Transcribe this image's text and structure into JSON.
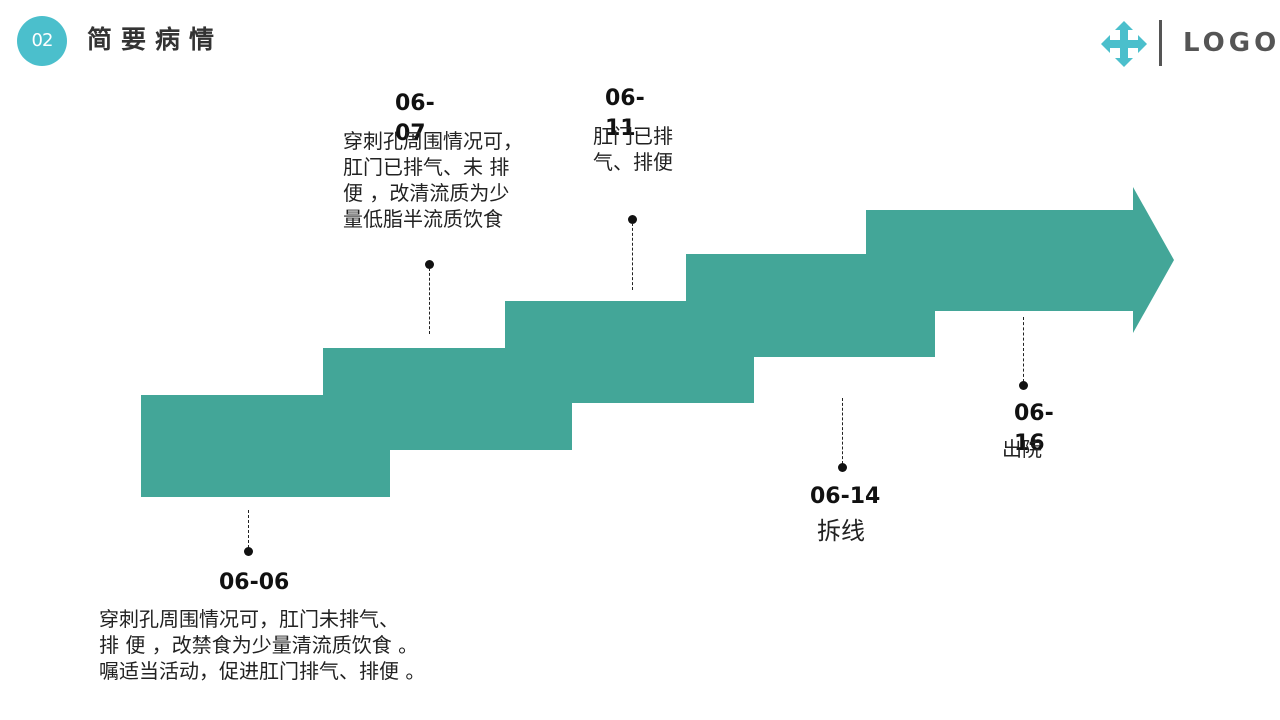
{
  "header": {
    "section_number": "02",
    "title": "简要病情",
    "logo_text": "LOGO",
    "accent_color": "#4bbfcc",
    "logo_icon": "four-way-arrows-icon"
  },
  "timeline": {
    "stair_color": "#43a698",
    "events": [
      {
        "date": "06-06",
        "lines": [
          "穿刺孔周围情况可，肛门未排气、",
          "排 便 ，改禁食为少量清流质饮食 。",
          "嘱适当活动，促进肛门排气、排便 。"
        ]
      },
      {
        "date": "06-07",
        "lines": [
          "穿刺孔周围情况可，",
          "肛门已排气、未 排",
          "便 ，改清流质为少",
          "量低脂半流质饮食"
        ]
      },
      {
        "date": "06-11",
        "lines": [
          "肛门已排",
          "气、排便"
        ]
      },
      {
        "date": "06-14",
        "lines": [
          "拆线"
        ]
      },
      {
        "date": "06-16",
        "lines": [
          "出院"
        ]
      }
    ]
  }
}
